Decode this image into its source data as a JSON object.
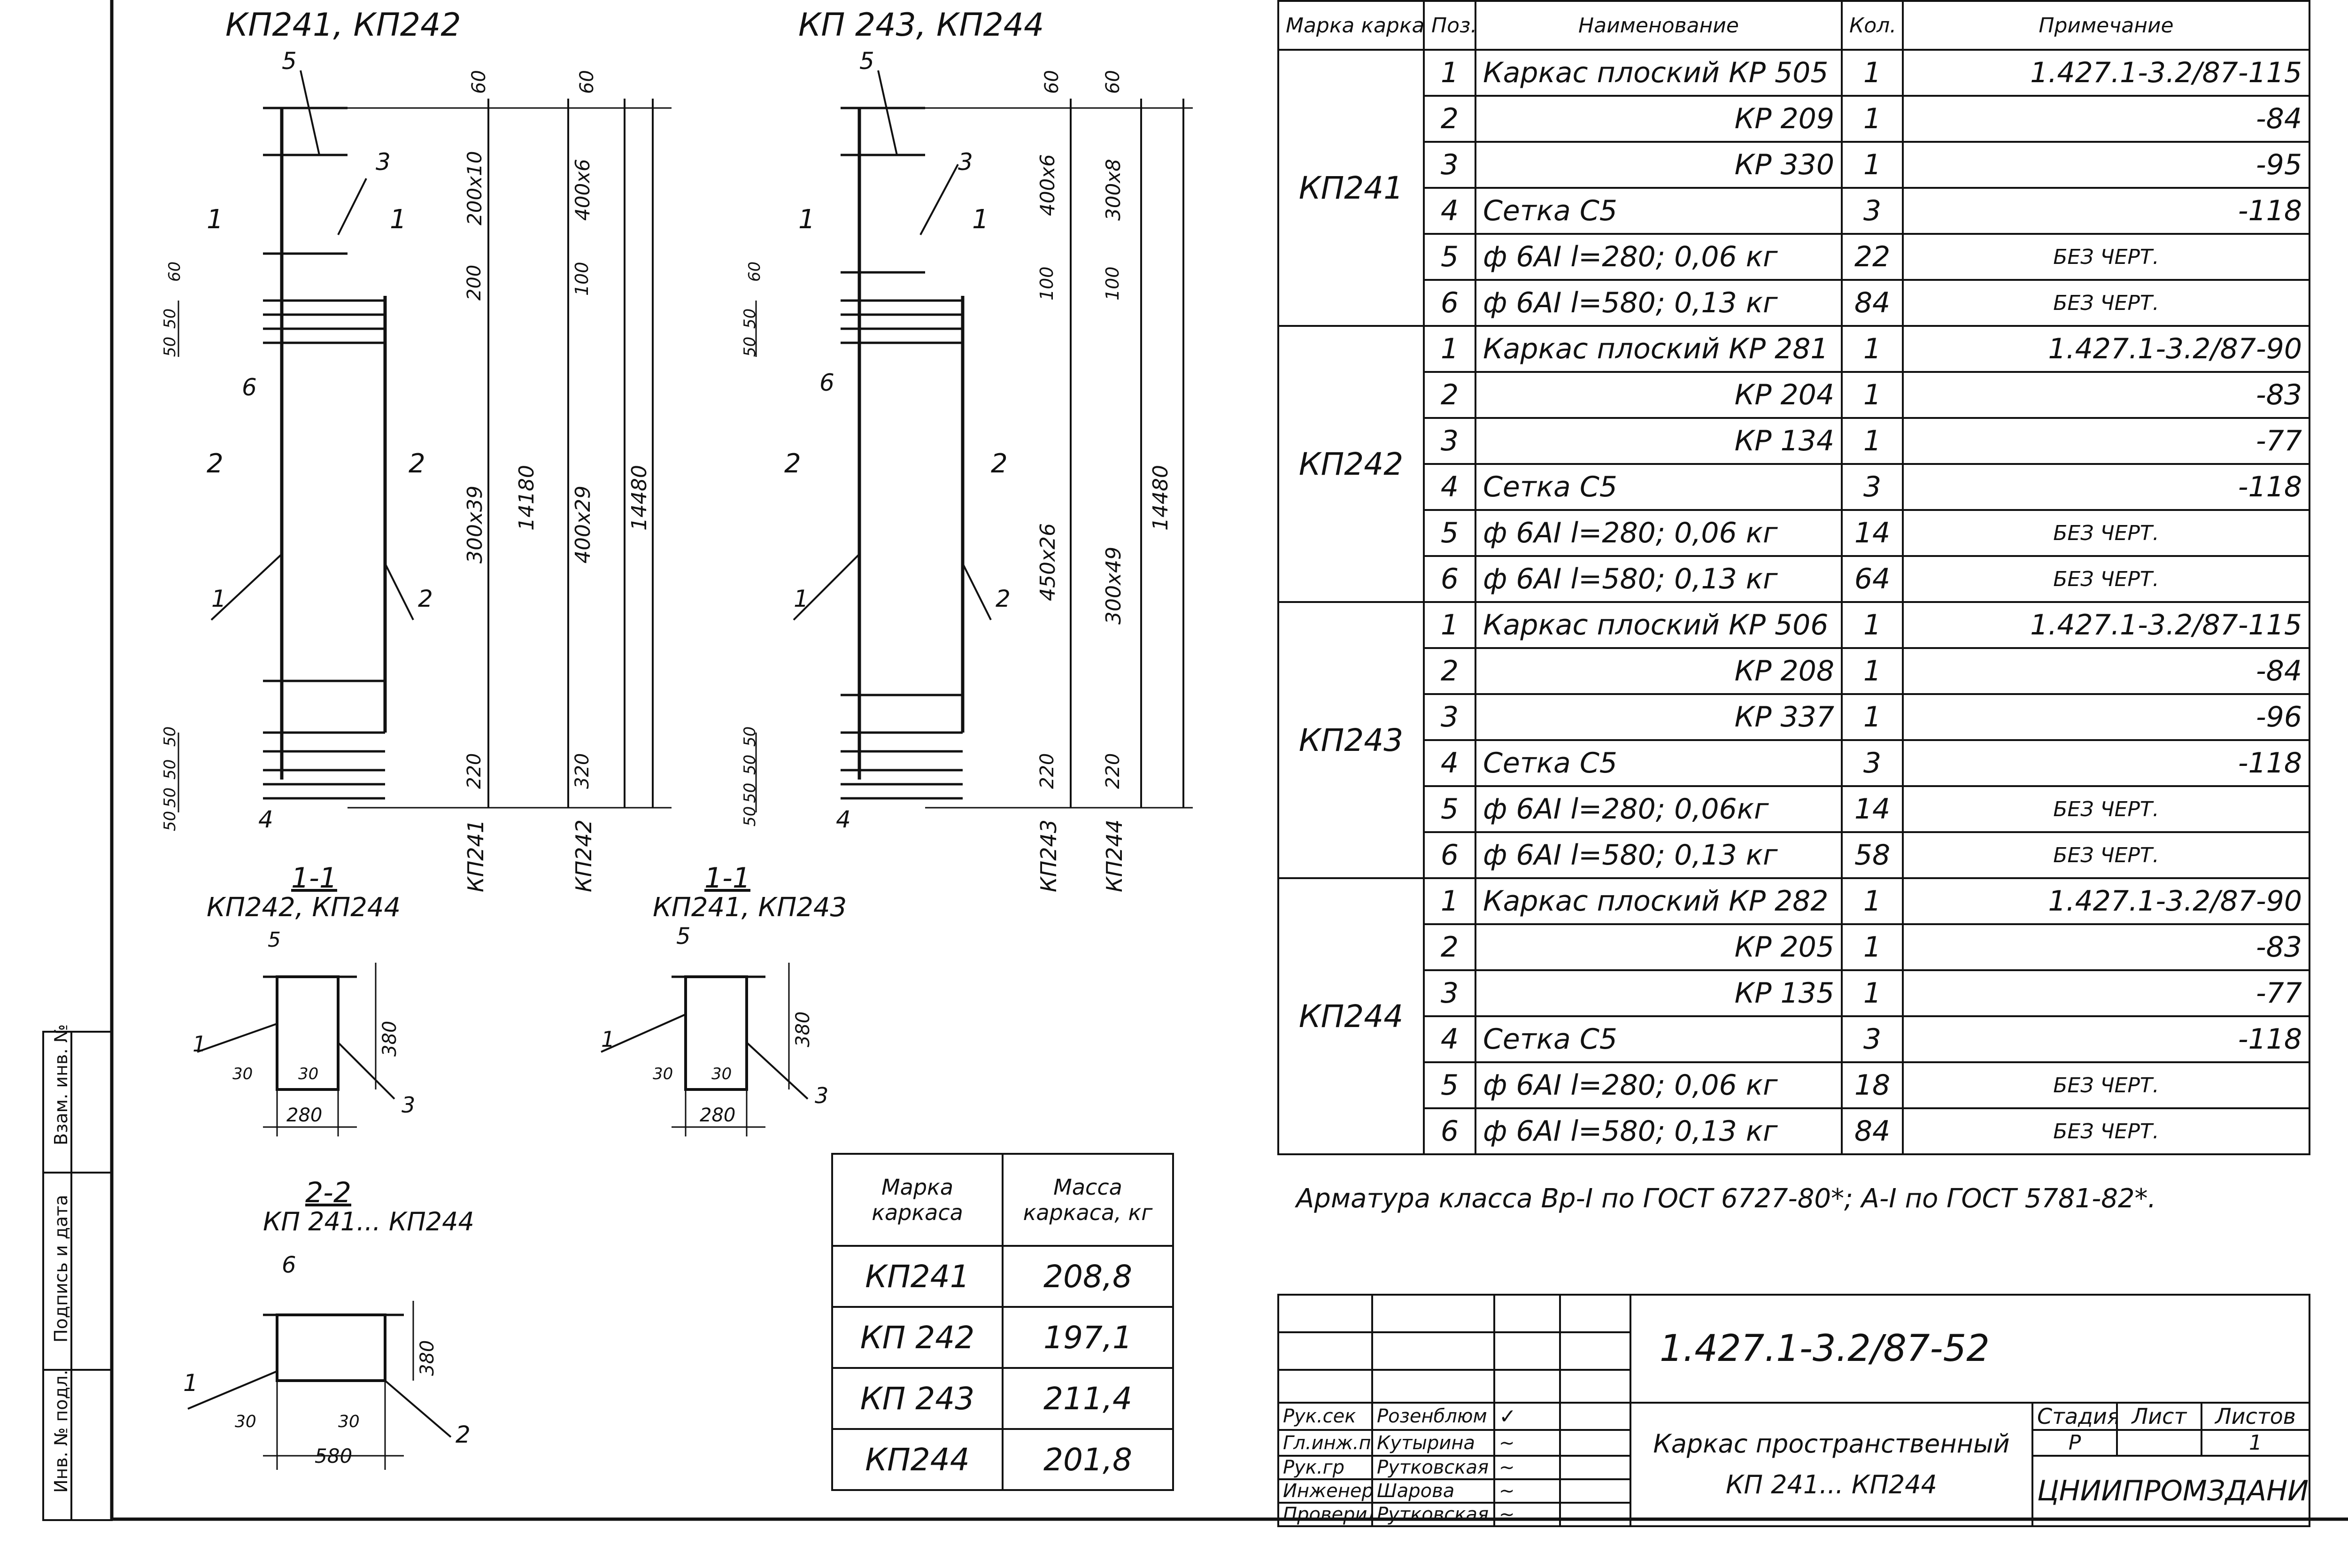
{
  "views": {
    "top_left_title": "КП241, КП242",
    "top_right_title": "КП 243, КП244",
    "sec11_left_num": "1-1",
    "sec11_left_sub": "КП242, КП244",
    "sec11_right_num": "1-1",
    "sec11_right_sub": "КП241, КП243",
    "sec22_num": "2-2",
    "sec22_sub": "КП 241... КП244"
  },
  "elev_left": {
    "pos_labels": [
      "5",
      "3",
      "1",
      "1",
      "6",
      "2",
      "2",
      "1",
      "2",
      "4"
    ],
    "dims_a": [
      "60",
      "200х10",
      "200",
      "300х39",
      "220",
      "КП241"
    ],
    "dims_b": [
      "60",
      "400х6",
      "100",
      "400х29",
      "320",
      "КП242"
    ],
    "totals": [
      "14180",
      "14480"
    ],
    "small_dims": [
      "60",
      "50",
      "50",
      "50",
      "50",
      "50",
      "50"
    ]
  },
  "elev_right": {
    "pos_labels": [
      "5",
      "3",
      "1",
      "1",
      "6",
      "2",
      "2",
      "1",
      "2",
      "4"
    ],
    "dims_a": [
      "60",
      "400х6",
      "100",
      "450х26",
      "220",
      "КП243"
    ],
    "dims_b": [
      "60",
      "300х8",
      "100",
      "300х49",
      "220",
      "КП244"
    ],
    "total": "14480",
    "small_dims": [
      "60",
      "50",
      "50",
      "50",
      "50",
      "50",
      "50"
    ]
  },
  "sections": {
    "s11_left": {
      "pos": [
        "5",
        "1",
        "3"
      ],
      "dims": [
        "380",
        "30",
        "30",
        "280"
      ]
    },
    "s11_right": {
      "pos": [
        "5",
        "1",
        "3"
      ],
      "dims": [
        "380",
        "30",
        "30",
        "280"
      ]
    },
    "s22": {
      "pos": [
        "6",
        "1",
        "2"
      ],
      "dims": [
        "380",
        "30",
        "30",
        "580"
      ]
    }
  },
  "spec_table": {
    "headers": [
      "Марка каркаса",
      "Поз.",
      "Наименование",
      "Кол.",
      "Примечание"
    ],
    "groups": [
      {
        "mark": "КП241",
        "rows": [
          {
            "pos": "1",
            "name": "Каркас плоский КР 505",
            "qty": "1",
            "note": "1.427.1-3.2/87-115"
          },
          {
            "pos": "2",
            "name": "КР 209",
            "qty": "1",
            "note": "-84"
          },
          {
            "pos": "3",
            "name": "КР 330",
            "qty": "1",
            "note": "-95"
          },
          {
            "pos": "4",
            "name": "Сетка С5",
            "qty": "3",
            "note": "-118"
          },
          {
            "pos": "5",
            "name": "ф 6АI l=280; 0,06 кг",
            "qty": "22",
            "note": "БЕЗ ЧЕРТ."
          },
          {
            "pos": "6",
            "name": "ф 6АI l=580; 0,13 кг",
            "qty": "84",
            "note": "БЕЗ ЧЕРТ."
          }
        ]
      },
      {
        "mark": "КП242",
        "rows": [
          {
            "pos": "1",
            "name": "Каркас плоский КР 281",
            "qty": "1",
            "note": "1.427.1-3.2/87-90"
          },
          {
            "pos": "2",
            "name": "КР 204",
            "qty": "1",
            "note": "-83"
          },
          {
            "pos": "3",
            "name": "КР 134",
            "qty": "1",
            "note": "-77"
          },
          {
            "pos": "4",
            "name": "Сетка С5",
            "qty": "3",
            "note": "-118"
          },
          {
            "pos": "5",
            "name": "ф 6АI l=280; 0,06 кг",
            "qty": "14",
            "note": "БЕЗ ЧЕРТ."
          },
          {
            "pos": "6",
            "name": "ф 6АI l=580; 0,13 кг",
            "qty": "64",
            "note": "БЕЗ ЧЕРТ."
          }
        ]
      },
      {
        "mark": "КП243",
        "rows": [
          {
            "pos": "1",
            "name": "Каркас плоский КР 506",
            "qty": "1",
            "note": "1.427.1-3.2/87-115"
          },
          {
            "pos": "2",
            "name": "КР 208",
            "qty": "1",
            "note": "-84"
          },
          {
            "pos": "3",
            "name": "КР 337",
            "qty": "1",
            "note": "-96"
          },
          {
            "pos": "4",
            "name": "Сетка С5",
            "qty": "3",
            "note": "-118"
          },
          {
            "pos": "5",
            "name": "ф 6АI l=280; 0,06кг",
            "qty": "14",
            "note": "БЕЗ ЧЕРТ."
          },
          {
            "pos": "6",
            "name": "ф 6АI l=580; 0,13 кг",
            "qty": "58",
            "note": "БЕЗ ЧЕРТ."
          }
        ]
      },
      {
        "mark": "КП244",
        "rows": [
          {
            "pos": "1",
            "name": "Каркас плоский КР 282",
            "qty": "1",
            "note": "1.427.1-3.2/87-90"
          },
          {
            "pos": "2",
            "name": "КР 205",
            "qty": "1",
            "note": "-83"
          },
          {
            "pos": "3",
            "name": "КР 135",
            "qty": "1",
            "note": "-77"
          },
          {
            "pos": "4",
            "name": "Сетка С5",
            "qty": "3",
            "note": "-118"
          },
          {
            "pos": "5",
            "name": "ф 6АI l=280; 0,06 кг",
            "qty": "18",
            "note": "БЕЗ ЧЕРТ."
          },
          {
            "pos": "6",
            "name": "ф 6АI l=580; 0,13 кг",
            "qty": "84",
            "note": "БЕЗ ЧЕРТ."
          }
        ]
      }
    ]
  },
  "note_line": "Арматура класса Вр-I по ГОСТ 6727-80*; А-I по ГОСТ 5781-82*.",
  "mass_table": {
    "headers": [
      "Марка каркаса",
      "Масса каркаса, кг"
    ],
    "rows": [
      {
        "mark": "КП241",
        "mass": "208,8"
      },
      {
        "mark": "КП 242",
        "mass": "197,1"
      },
      {
        "mark": "КП 243",
        "mass": "211,4"
      },
      {
        "mark": "КП244",
        "mass": "201,8"
      }
    ]
  },
  "title_block": {
    "doc_code": "1.427.1-3.2/87-52",
    "title_line1": "Каркас пространственный",
    "title_line2": "КП 241... КП244",
    "stage_label": "Стадия",
    "sheet_label": "Лист",
    "sheets_label": "Листов",
    "stage_value": "Р",
    "sheets_value": "1",
    "org": "ЦНИИПРОМЗДАНИЙ",
    "signatures": [
      {
        "role": "Рук.сек",
        "name": "Розенблюм"
      },
      {
        "role": "Гл.инж.пр",
        "name": "Кутырина"
      },
      {
        "role": "Рук.гр",
        "name": "Рутковская"
      },
      {
        "role": "Инженер",
        "name": "Шарова"
      },
      {
        "role": "Проверил",
        "name": "Рутковская"
      }
    ]
  },
  "left_strip": {
    "labels": [
      "Инв. № подл.",
      "Подпись и дата",
      "Взам. инв. №"
    ]
  }
}
